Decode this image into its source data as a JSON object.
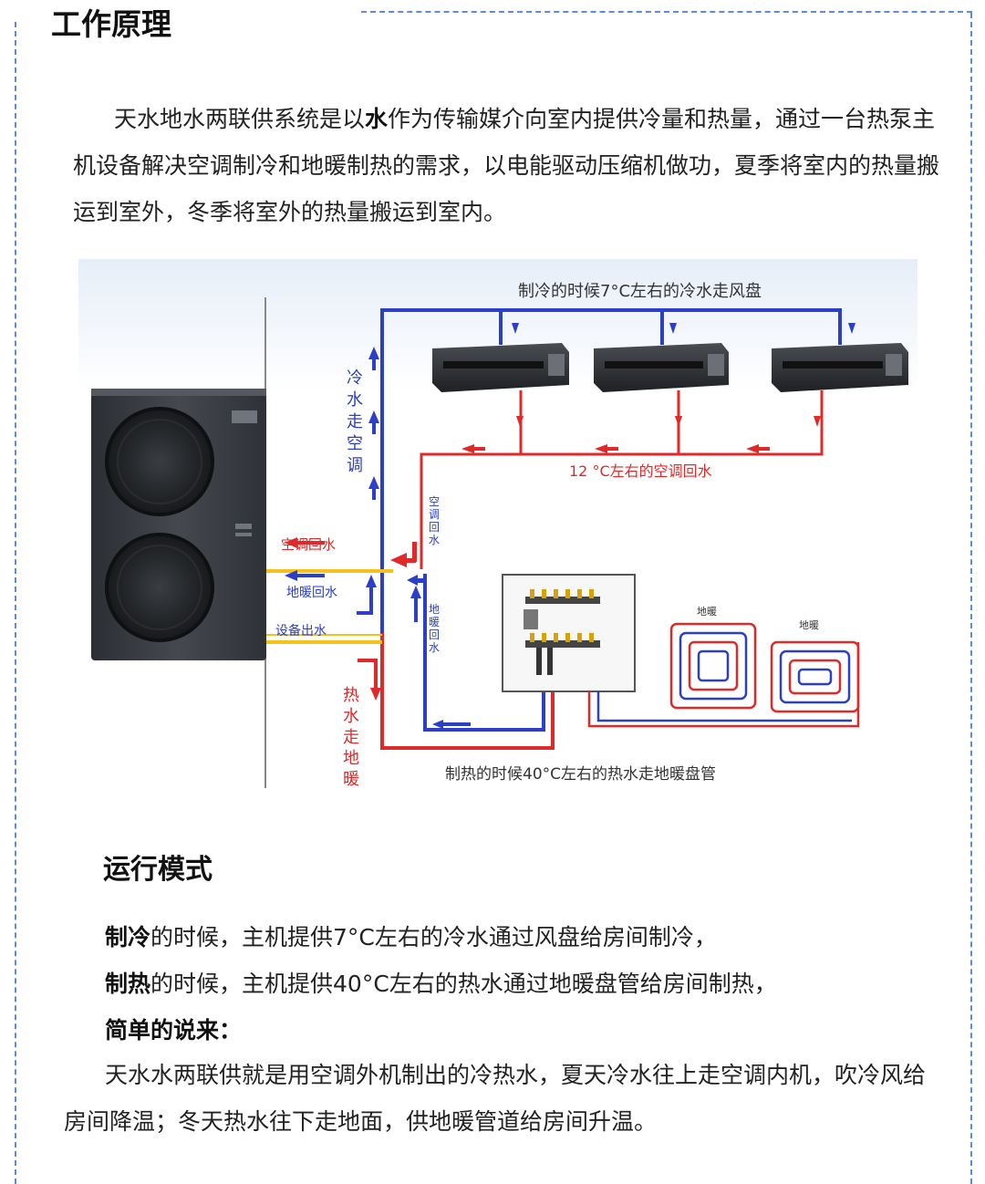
{
  "section1": {
    "title": "工作原理",
    "para_pre": "天水地水两联供系统是以",
    "para_bold": "水",
    "para_post": "作为传输媒介向室内提供冷量和热量，通过一台热泵主机设备解决空调制冷和地暖制热的需求，以电能驱动压缩机做功，夏季将室内的热量搬运到室外，冬季将室外的热量搬运到室内。"
  },
  "diagram": {
    "top_label": "制冷的时候7°C左右的冷水走风盘",
    "return_label": "12 °C左右的空调回水",
    "cold_vertical": [
      "冷",
      "水",
      "走",
      "空",
      "调"
    ],
    "hot_vertical": [
      "热",
      "水",
      "走",
      "地",
      "暖"
    ],
    "ac_return_vertical": [
      "空",
      "调",
      "回",
      "水"
    ],
    "floor_return_vertical": [
      "地",
      "暖",
      "回",
      "水"
    ],
    "ac_return_label": "空调回水",
    "floor_return_label": "地暖回水",
    "supply_label": "设备出水",
    "floor_loop_label": "地暖",
    "bottom_label": "制热的时候40°C左右的热水走地暖盘管"
  },
  "section2": {
    "title": "运行模式",
    "cool_bold": "制冷",
    "cool_text": "的时候，主机提供7°C左右的冷水通过风盘给房间制冷，",
    "heat_bold": "制热",
    "heat_text": "的时候，主机提供40°C左右的热水通过地暖盘管给房间制热，",
    "simple_label": "简单的说来：",
    "summary": "天水水两联供就是用空调外机制出的冷热水，夏天冷水往上走空调内机，吹冷风给房间降温；冬天热水往下走地面，供地暖管道给房间升温。"
  },
  "colors": {
    "cold_pipe": "#2b3fc7",
    "hot_pipe": "#e02a2a",
    "supply_pipe": "#f5c21b",
    "border": "#5b8ed6"
  }
}
